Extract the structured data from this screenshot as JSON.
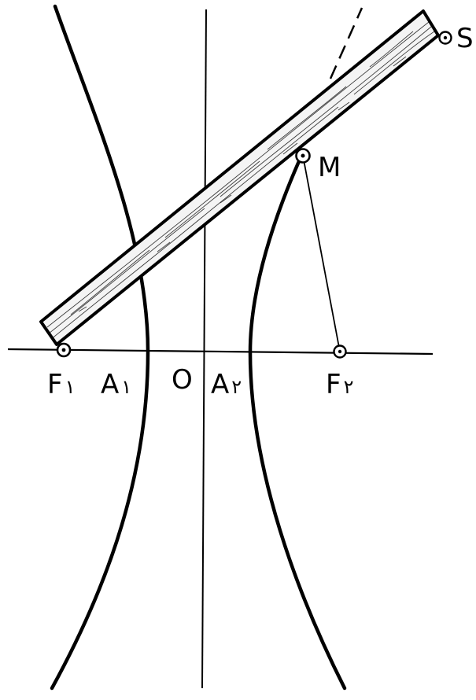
{
  "labels": {
    "S": "S",
    "M": "M",
    "F1": "F",
    "F1_sub": "١",
    "A1": "A",
    "A1_sub": "١",
    "O": "O",
    "A2": "A",
    "A2_sub": "٢",
    "F2": "F",
    "F2_sub": "٢"
  },
  "colors": {
    "ink": "#000000",
    "paper": "#ffffff",
    "wood": "#f2f2f2"
  }
}
